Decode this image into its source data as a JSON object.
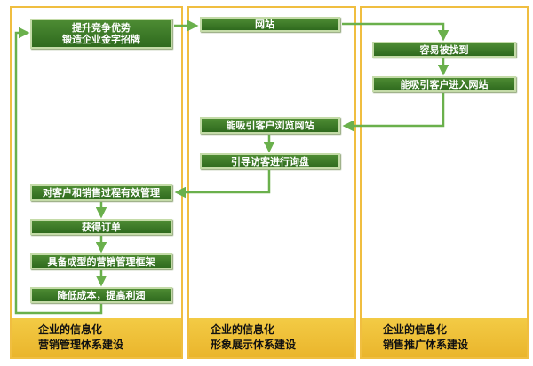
{
  "columns": [
    {
      "footer_line1": "企业的信息化",
      "footer_line2": "营销管理体系建设",
      "boxes": [
        "提升竞争优势\n锻造企业金字招牌",
        "对客户和销售过程有效管理",
        "获得订单",
        "具备成型的营销管理框架",
        "降低成本，提高利润"
      ]
    },
    {
      "footer_line1": "企业的信息化",
      "footer_line2": "形象展示体系建设",
      "boxes": [
        "网站",
        "能吸引客户浏览网站",
        "引导访客进行询盘"
      ]
    },
    {
      "footer_line1": "企业的信息化",
      "footer_line2": "销售推广体系建设",
      "boxes": [
        "容易被找到",
        "能吸引客户进入网站"
      ]
    }
  ],
  "colors": {
    "column_border": "#f0be40",
    "footer_fill": "#eab52c",
    "box_fill": "#3b7a27",
    "arrow": "#6ab04c"
  }
}
